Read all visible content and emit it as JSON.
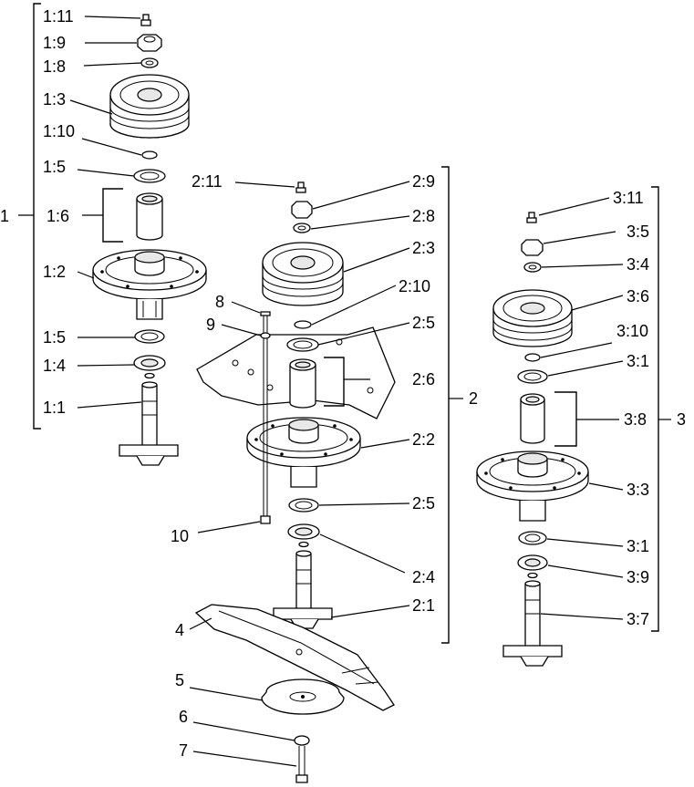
{
  "assemblies": [
    {
      "id": "1",
      "labels": [
        "1:11",
        "1:9",
        "1:8",
        "1:3",
        "1:10",
        "1:5",
        "1:6",
        "1:2",
        "1:5",
        "1:4",
        "1:1"
      ]
    },
    {
      "id": "2",
      "labels": [
        "2:11",
        "2:9",
        "2:8",
        "2:3",
        "2:10",
        "2:5",
        "2:6",
        "2:2",
        "2:5",
        "2:4",
        "2:1"
      ]
    },
    {
      "id": "3",
      "labels": [
        "3:11",
        "3:5",
        "3:4",
        "3:6",
        "3:10",
        "3:1",
        "3:8",
        "3:3",
        "3:1",
        "3:9",
        "3:7"
      ]
    }
  ],
  "loose_parts": [
    "4",
    "5",
    "6",
    "7",
    "8",
    "9",
    "10"
  ]
}
